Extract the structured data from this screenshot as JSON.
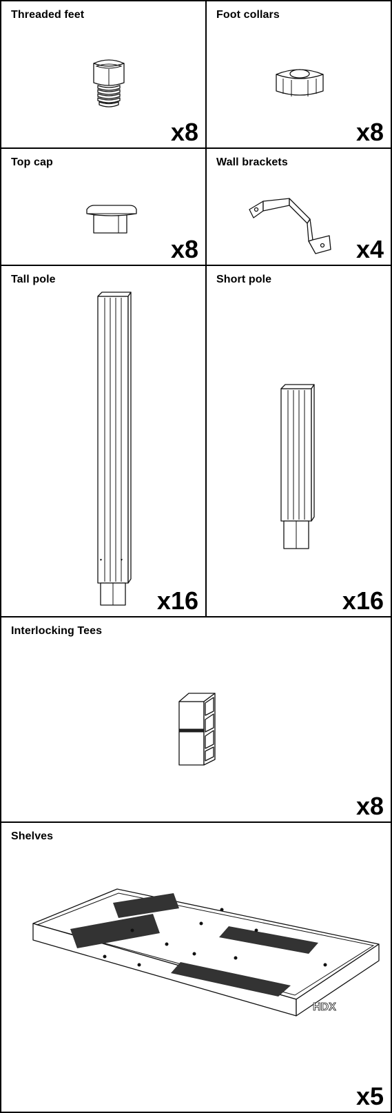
{
  "parts": [
    {
      "name": "Threaded feet",
      "qty": "x8"
    },
    {
      "name": "Foot collars",
      "qty": "x8"
    },
    {
      "name": "Top cap",
      "qty": "x8"
    },
    {
      "name": "Wall brackets",
      "qty": "x4"
    },
    {
      "name": "Tall pole",
      "qty": "x16"
    },
    {
      "name": "Short pole",
      "qty": "x16"
    },
    {
      "name": "Interlocking Tees",
      "qty": "x8"
    },
    {
      "name": "Shelves",
      "qty": "x5"
    }
  ],
  "shelf_brand_mark": "HDX",
  "icons": [
    "threaded-foot-icon",
    "foot-collar-icon",
    "top-cap-icon",
    "wall-bracket-icon",
    "tall-pole-icon",
    "short-pole-icon",
    "interlocking-tee-icon",
    "shelf-icon"
  ]
}
